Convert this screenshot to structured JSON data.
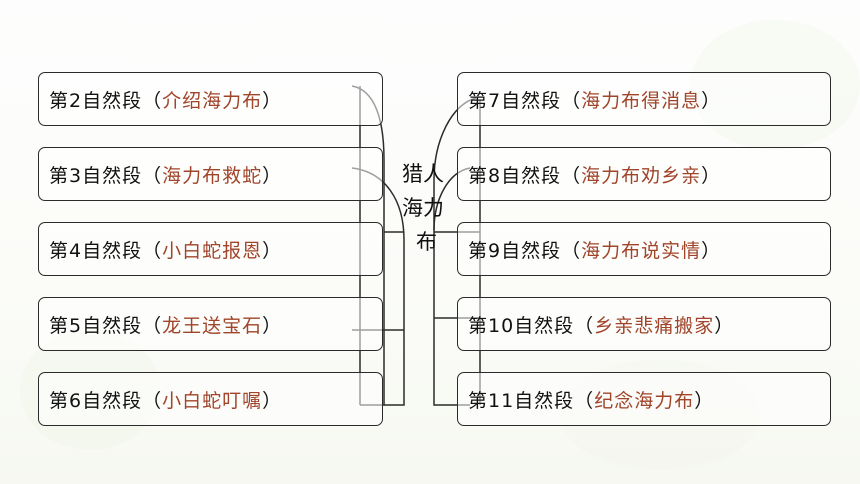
{
  "title_lines": [
    "猎人",
    "海力",
    "布"
  ],
  "left_items": [
    {
      "label": "第2自然段（",
      "fill": "介绍海力布",
      "close": "）"
    },
    {
      "label": "第3自然段（",
      "fill": "海力布救蛇",
      "close": "）"
    },
    {
      "label": "第4自然段（",
      "fill": "小白蛇报恩",
      "close": "）"
    },
    {
      "label": "第5自然段（",
      "fill": "龙王送宝石",
      "close": "）"
    },
    {
      "label": "第6自然段（",
      "fill": "小白蛇叮嘱",
      "close": "）"
    }
  ],
  "right_items": [
    {
      "label": "第7自然段（",
      "fill": "海力布得消息",
      "close": "）"
    },
    {
      "label": "第8自然段（",
      "fill": "海力布劝乡亲",
      "close": "）"
    },
    {
      "label": "第9自然段（",
      "fill": "海力布说实情",
      "close": "）"
    },
    {
      "label": "第10自然段（",
      "fill": "乡亲悲痛搬家",
      "close": "）"
    },
    {
      "label": "第11自然段（",
      "fill": "纪念海力布",
      "close": "）"
    }
  ],
  "colors": {
    "fill_text": "#a0442a",
    "border": "#2b2b2b"
  }
}
